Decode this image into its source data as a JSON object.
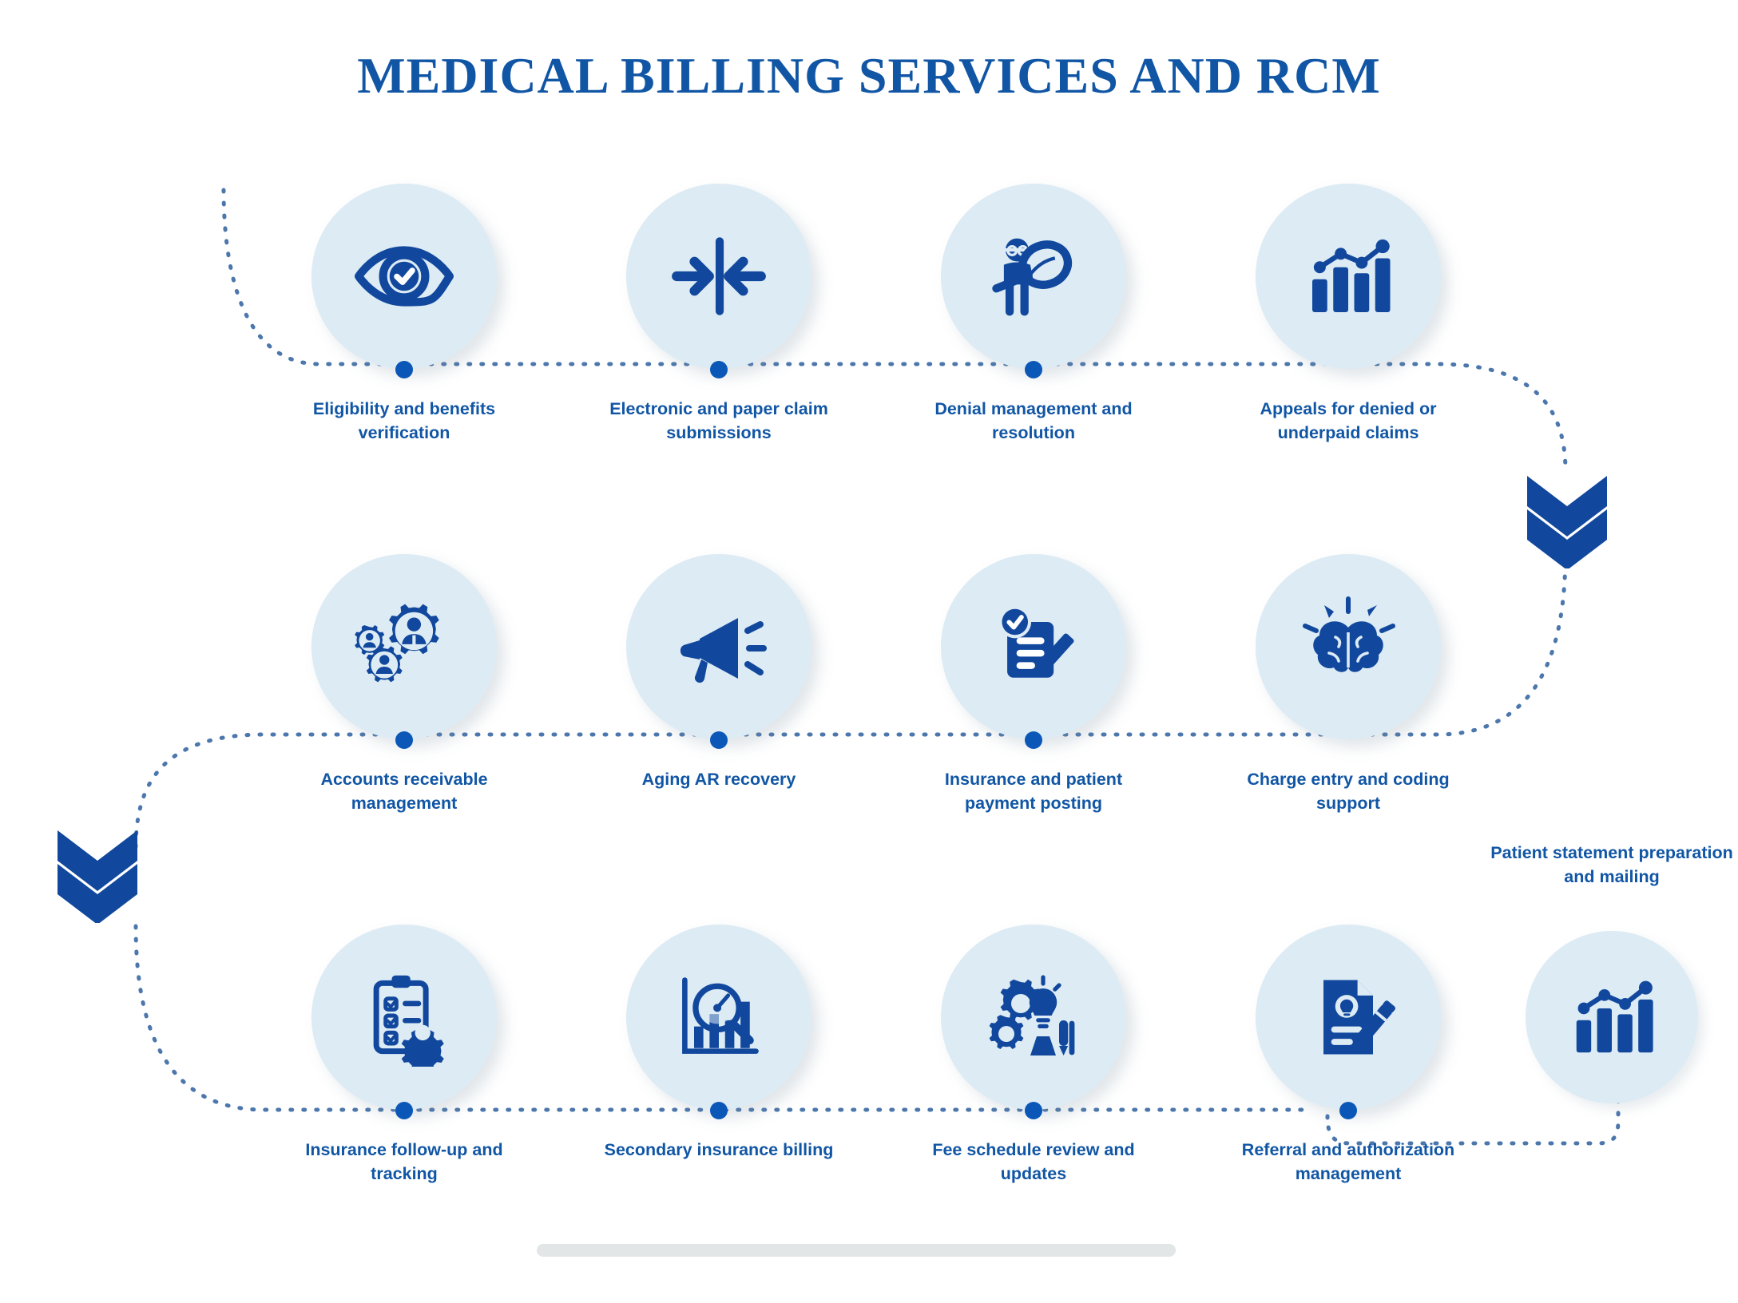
{
  "page": {
    "title": "MEDICAL BILLING SERVICES AND RCM",
    "background_color": "#FFFFFF",
    "brand_blue": "#11489E",
    "title_blue": "#1156A5",
    "bubble_fill": "#DDEBF4",
    "dot_color": "#0B57B8",
    "bottom_bar_color": "#E2E6E6"
  },
  "rows": [
    {
      "row_index": 1,
      "nodes": [
        {
          "label": "Eligibility and benefits verification",
          "icon": "eye-check-icon"
        },
        {
          "label": "Electronic and paper claim submissions",
          "icon": "arrows-converge-icon"
        },
        {
          "label": "Denial management and resolution",
          "icon": "person-magnifier-icon"
        },
        {
          "label": "Appeals for denied or underpaid claims",
          "icon": "bar-chart-trend-icon"
        }
      ]
    },
    {
      "row_index": 2,
      "nodes": [
        {
          "label": "Accounts receivable management",
          "icon": "gears-people-icon"
        },
        {
          "label": "Aging AR recovery",
          "icon": "megaphone-icon"
        },
        {
          "label": "Insurance and patient payment posting",
          "icon": "document-check-pencil-icon"
        },
        {
          "label": "Charge entry and coding support",
          "icon": "brain-idea-icon"
        }
      ]
    },
    {
      "row_index": 3,
      "nodes": [
        {
          "label": "Insurance follow-up and tracking",
          "icon": "clipboard-gear-icon"
        },
        {
          "label": "Secondary insurance billing",
          "icon": "chart-magnifier-icon"
        },
        {
          "label": "Fee schedule review and updates",
          "icon": "gears-bulb-tools-icon"
        },
        {
          "label": "Referral and authorization management",
          "icon": "document-bulb-pencil-icon"
        },
        {
          "label": "Patient statement preparation and mailing",
          "icon": "bar-chart-trend-icon"
        }
      ]
    }
  ],
  "flow": {
    "chevron_right_label": "double-chevron-down-right",
    "chevron_left_label": "double-chevron-down-left"
  }
}
